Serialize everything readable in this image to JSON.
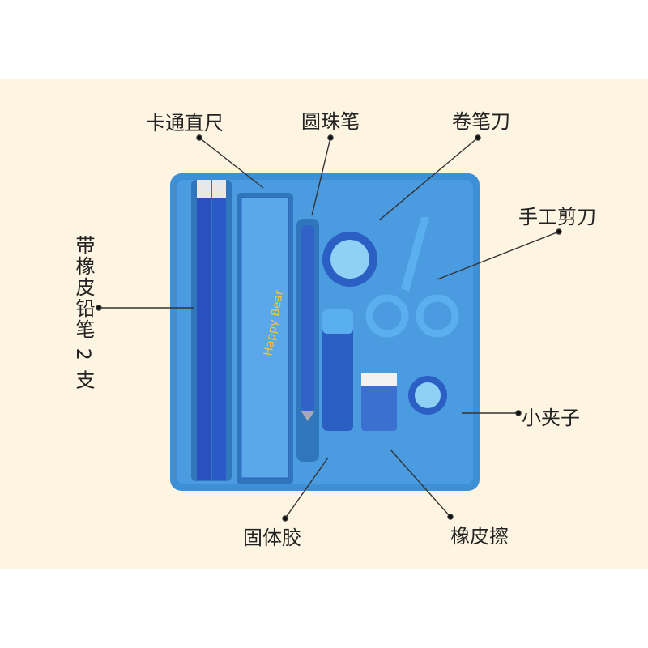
{
  "labels": {
    "ruler": "卡通直尺",
    "pen": "圆珠笔",
    "sharpener": "卷笔刀",
    "scissors": "手工剪刀",
    "pencils": "带橡皮铅笔 2 支",
    "clip": "小夹子",
    "glue": "固体胶",
    "eraser": "橡皮擦"
  },
  "product_print": {
    "ruler_text": "Happy Bear"
  },
  "colors": {
    "background": "#fdf5e2",
    "tray": "#3d8fd6",
    "tray_dark": "#2f76bd",
    "item_blue": "#2b5fc4"
  }
}
